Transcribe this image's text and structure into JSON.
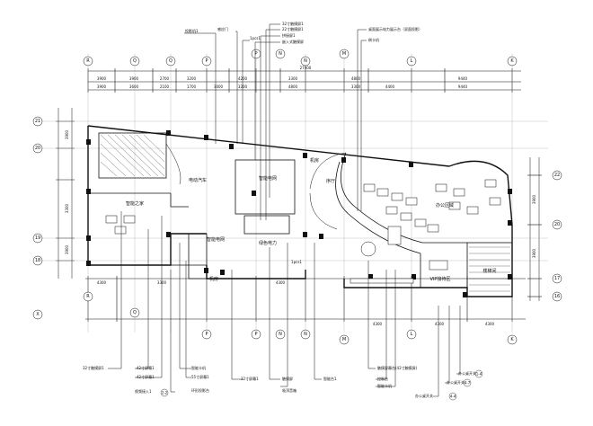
{
  "top_callouts": [
    {
      "id": "c1",
      "text": "投影机1"
    },
    {
      "id": "c2",
      "text": "感应门"
    },
    {
      "id": "c3",
      "text": "1pcs1"
    },
    {
      "id": "c4",
      "text": "32寸触摸屏1"
    },
    {
      "id": "c5",
      "text": "22寸触摸屏1"
    },
    {
      "id": "c6",
      "text": "拼接屏1"
    },
    {
      "id": "c7",
      "text": "嵌入式触摸屏"
    },
    {
      "id": "c8",
      "text": "桌面展示电力展示台（双面投影）"
    },
    {
      "id": "c9",
      "text": "刷卡机"
    }
  ],
  "bottom_callouts": [
    {
      "id": "b1",
      "text": "32寸触摸屏1"
    },
    {
      "id": "b2",
      "text": "42寸屏幕1"
    },
    {
      "id": "b3",
      "text": "42寸屏幕1"
    },
    {
      "id": "b4",
      "text": "55寸屏幕1"
    },
    {
      "id": "b5",
      "text": "视频接入1"
    },
    {
      "id": "b6",
      "text": "吸顶音箱"
    },
    {
      "id": "b7",
      "text": "智能卡机"
    },
    {
      "id": "b8",
      "text": "32寸屏幕1"
    },
    {
      "id": "b9",
      "text": "触摸屏"
    },
    {
      "id": "b10",
      "text": "环形投影台"
    },
    {
      "id": "b11",
      "text": "智能台1"
    },
    {
      "id": "b12",
      "text": "触摸屏幕台(42寸触摸屏)"
    },
    {
      "id": "b13",
      "text": "控制台"
    },
    {
      "id": "b14",
      "text": "智能卡机"
    },
    {
      "id": "b15",
      "text": "办公桌开关"
    },
    {
      "id": "b16",
      "text": "办公桌开关"
    },
    {
      "id": "b17",
      "text": "办公桌开关"
    }
  ],
  "bottom_codes": [
    {
      "id": "k1",
      "text": "2-2"
    },
    {
      "id": "k2",
      "text": "1-4"
    },
    {
      "id": "k3",
      "text": "4-7"
    },
    {
      "id": "k4",
      "text": "4-4"
    }
  ],
  "axis_top": [
    "R",
    "Q",
    "Q",
    "P",
    "P",
    "N",
    "N",
    "M",
    "L",
    "K"
  ],
  "axis_bottom": [
    "R",
    "Q",
    "P",
    "P",
    "N",
    "N",
    "M",
    "L",
    "K"
  ],
  "axis_left": [
    "21",
    "20",
    "19",
    "18"
  ],
  "axis_left_bottom": [
    "X"
  ],
  "axis_right": [
    "22",
    "20",
    "17",
    "16"
  ],
  "dims_top_row1": [
    "3900",
    "3900",
    "2700",
    "3200",
    "4200",
    "3300",
    "4800",
    "9440"
  ],
  "dims_top_row2": [
    "3900",
    "3600",
    "2100",
    "1700",
    "3000",
    "3200",
    "4800",
    "3300",
    "4400",
    "9440"
  ],
  "dim_total": "27900",
  "dims_bottom": [
    "4300",
    "3300",
    "4300",
    "4300",
    "4300",
    "4300"
  ],
  "dims_left": [
    "3900",
    "3300",
    "3900"
  ],
  "dims_right": [
    "3900",
    "3900"
  ],
  "rooms": [
    {
      "id": "r1",
      "text": "智能之家"
    },
    {
      "id": "r2",
      "text": "电动汽车"
    },
    {
      "id": "r3",
      "text": "智能电网"
    },
    {
      "id": "r4",
      "text": "智能电网"
    },
    {
      "id": "r5",
      "text": "机房"
    },
    {
      "id": "r6",
      "text": "序厅"
    },
    {
      "id": "r7",
      "text": "绿色电力"
    },
    {
      "id": "r8",
      "text": "办公区域"
    },
    {
      "id": "r9",
      "text": "VIP接待区"
    },
    {
      "id": "r10",
      "text": "机房"
    },
    {
      "id": "r11",
      "text": "楼梯间"
    },
    {
      "id": "r12",
      "text": "1pcs1"
    }
  ]
}
